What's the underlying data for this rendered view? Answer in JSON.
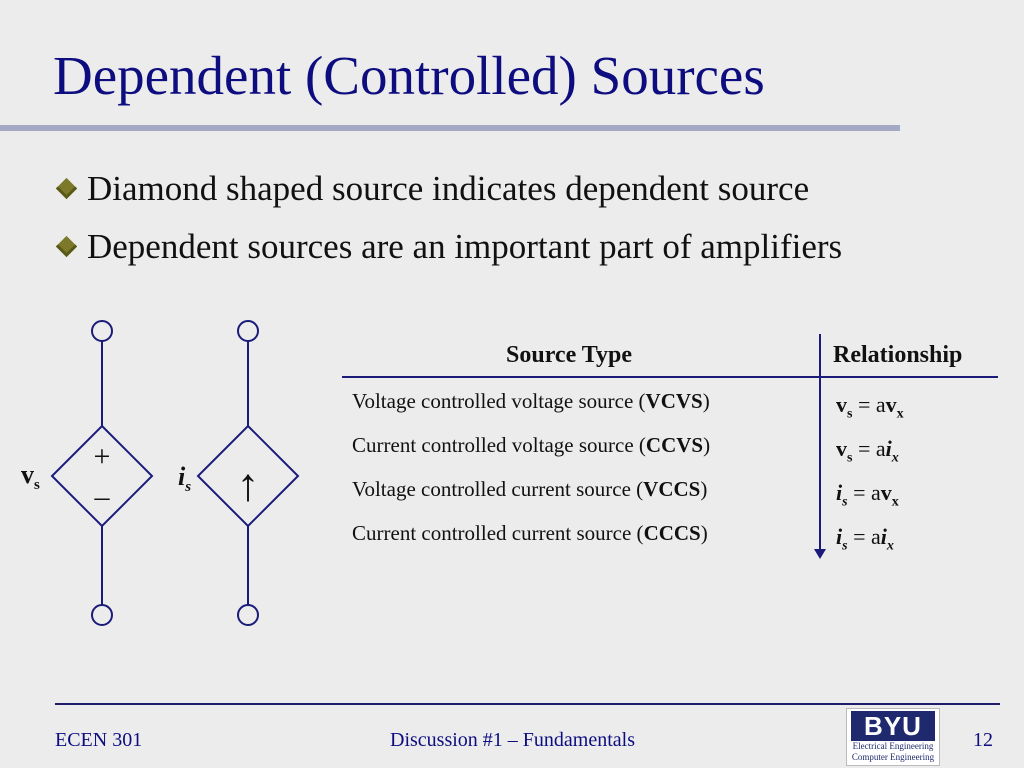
{
  "slide": {
    "title": "Dependent (Controlled) Sources",
    "bullets": [
      "Diamond shaped source indicates dependent source",
      "Dependent sources are an important part of amplifiers"
    ]
  },
  "circuit": {
    "voltage_source": {
      "label_main": "v",
      "label_sub": "s",
      "plus": "+",
      "minus": "–"
    },
    "current_source": {
      "label_main": "i",
      "label_sub": "s",
      "arrow": "↑"
    }
  },
  "table": {
    "headers": {
      "source_type": "Source Type",
      "relationship": "Relationship"
    },
    "rows": [
      {
        "type_prefix": "Voltage controlled voltage source (",
        "abbr": "VCVS",
        "type_suffix": ")",
        "rel": {
          "lhs": "v",
          "lhs_sub": "s",
          "mid": " = a",
          "rhs": "v",
          "rhs_sub": "x"
        }
      },
      {
        "type_prefix": "Current controlled voltage source (",
        "abbr": "CCVS",
        "type_suffix": ")",
        "rel": {
          "lhs": "v",
          "lhs_sub": "s",
          "mid": " = a",
          "rhs": "i",
          "rhs_sub": "x"
        }
      },
      {
        "type_prefix": "Voltage controlled current source (",
        "abbr": "VCCS",
        "type_suffix": ")",
        "rel": {
          "lhs": "i",
          "lhs_sub": "s",
          "mid": " = a",
          "rhs": "v",
          "rhs_sub": "x"
        }
      },
      {
        "type_prefix": "Current controlled current source (",
        "abbr": "CCCS",
        "type_suffix": ")",
        "rel": {
          "lhs": "i",
          "lhs_sub": "s",
          "mid": " = a",
          "rhs": "i",
          "rhs_sub": "x"
        }
      }
    ]
  },
  "footer": {
    "course": "ECEN 301",
    "topic": "Discussion #1 – Fundamentals",
    "page": "12",
    "logo": {
      "word": "BYU",
      "line1": "Electrical Engineering",
      "line2": "Computer Engineering"
    }
  },
  "colors": {
    "title": "#0d0d80",
    "rule": "#a3a9c4",
    "bullet": "#7c7a2a",
    "background": "#ececec"
  }
}
